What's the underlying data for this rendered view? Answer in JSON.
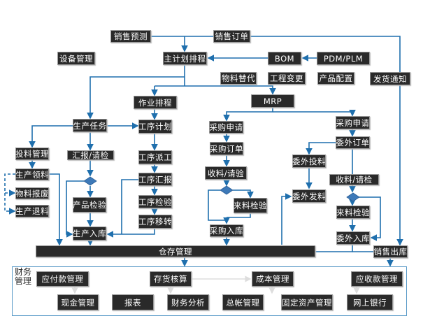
{
  "colors": {
    "box": "#2a2a2a",
    "line": "#1f6fad",
    "finance_border": "#5b9bc8"
  },
  "top": {
    "sales_forecast": "销售预测",
    "sales_order": "销售订单",
    "equipment": "设备管理",
    "master_schedule": "主计划排程",
    "bom": "BOM",
    "pdm_plm": "PDM/PLM",
    "material_substitute": "物料替代",
    "engineering_change": "工程变更",
    "product_config": "产品配置",
    "delivery_notice": "发货通知",
    "job_schedule": "作业排程",
    "mrp": "MRP"
  },
  "production": {
    "task": "生产任务",
    "feed_mgmt": "投料管理",
    "pick": "生产领料",
    "scrap": "物料报废",
    "return": "生产退料",
    "report_inspect": "汇报/请检",
    "product_inspect": "产品检验",
    "prod_in": "生产入库",
    "process_plan": "工序计划",
    "dispatch": "工序派工",
    "process_report": "工序汇报",
    "process_inspect": "工序检验",
    "process_transfer": "工序移转"
  },
  "purchase": {
    "request": "采购申请",
    "order": "采购订单",
    "receive": "收料/请验",
    "incoming_inspect": "来料检验",
    "in": "采购入库"
  },
  "outsource": {
    "request": "采购申请",
    "order": "委外订单",
    "feed": "委外投料",
    "issue": "委外发料",
    "receive": "收料/请检",
    "incoming_inspect": "来料检验",
    "in": "委外入库"
  },
  "warehouse": "仓存管理",
  "sales_out": "销售出库",
  "finance": {
    "label": "财务管理",
    "ap": "应付款管理",
    "inventory_cost": "存货核算",
    "cost": "成本管理",
    "ar": "应收款管理",
    "cash": "现金管理",
    "reports": "报表",
    "analysis": "财务分析",
    "gl": "总帐管理",
    "fixed_assets": "固定资产管理",
    "online_bank": "网上银行"
  }
}
